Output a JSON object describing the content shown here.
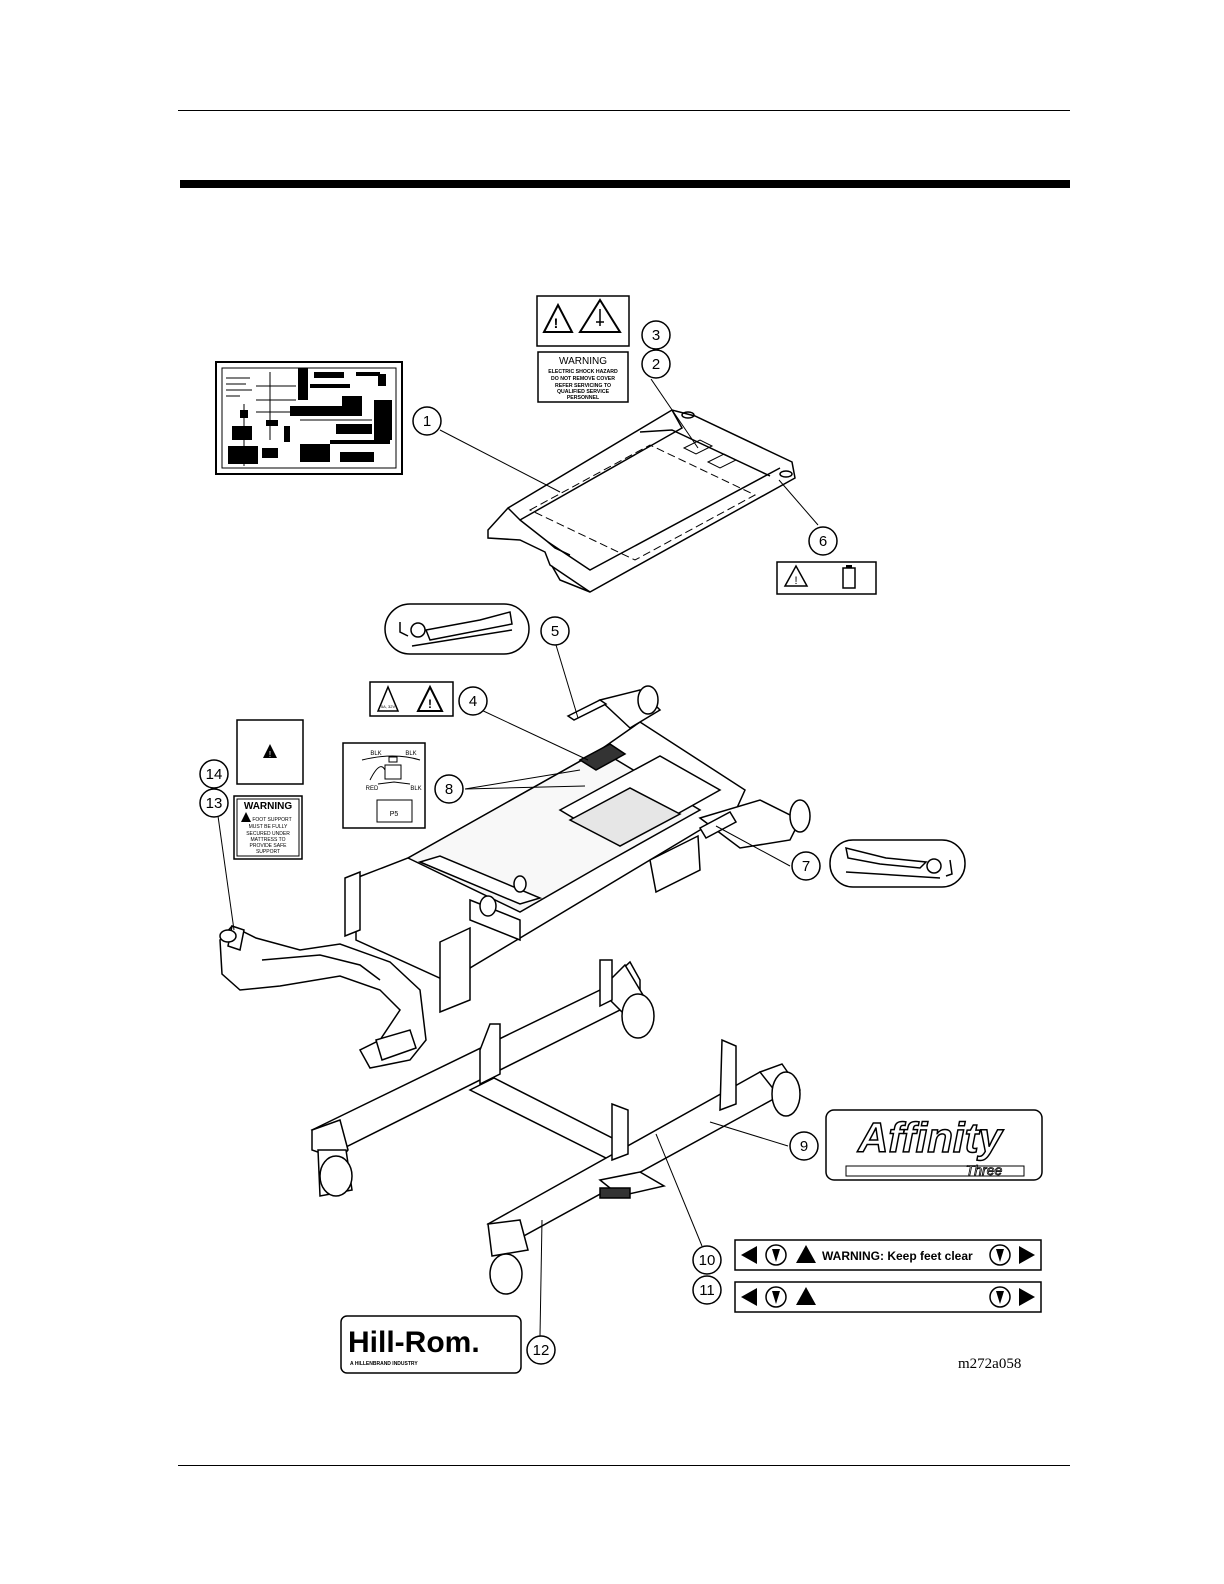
{
  "figure_id": "m272a058",
  "callouts": [
    "1",
    "2",
    "3",
    "4",
    "5",
    "6",
    "7",
    "8",
    "9",
    "10",
    "11",
    "12",
    "13",
    "14"
  ],
  "labels": {
    "shock_warning": {
      "title": "WARNING",
      "lines": [
        "ELECTRIC SHOCK HAZARD",
        "DO NOT REMOVE COVER",
        "REFER SERVICING TO",
        "QUALIFIED SERVICE",
        "PERSONNEL"
      ]
    },
    "foot_warning": {
      "title": "WARNING",
      "lines": [
        "FOOT SUPPORT",
        "MUST BE FULLY",
        "SECURED UNDER",
        "MATTRESS TO",
        "PROVIDE SAFE",
        "SUPPORT"
      ]
    },
    "wiring": {
      "blk1": "BLK",
      "blk2": "BLK",
      "red": "RED",
      "blk3": "BLK",
      "p5": "P5"
    },
    "battery_label": "5A, 32V",
    "keep_feet_clear": "WARNING: Keep feet clear",
    "affinity_logo": "Affinity",
    "affinity_sub": "Three",
    "hillrom_logo": "Hill-Rom.",
    "hillrom_tagline": "A HILLENBRAND INDUSTRY"
  },
  "icons": [
    "warning-triangle-icon",
    "electric-hand-icon",
    "battery-icon",
    "fuse-icon",
    "foot-hazard-icon",
    "bed-tilt-icon"
  ]
}
